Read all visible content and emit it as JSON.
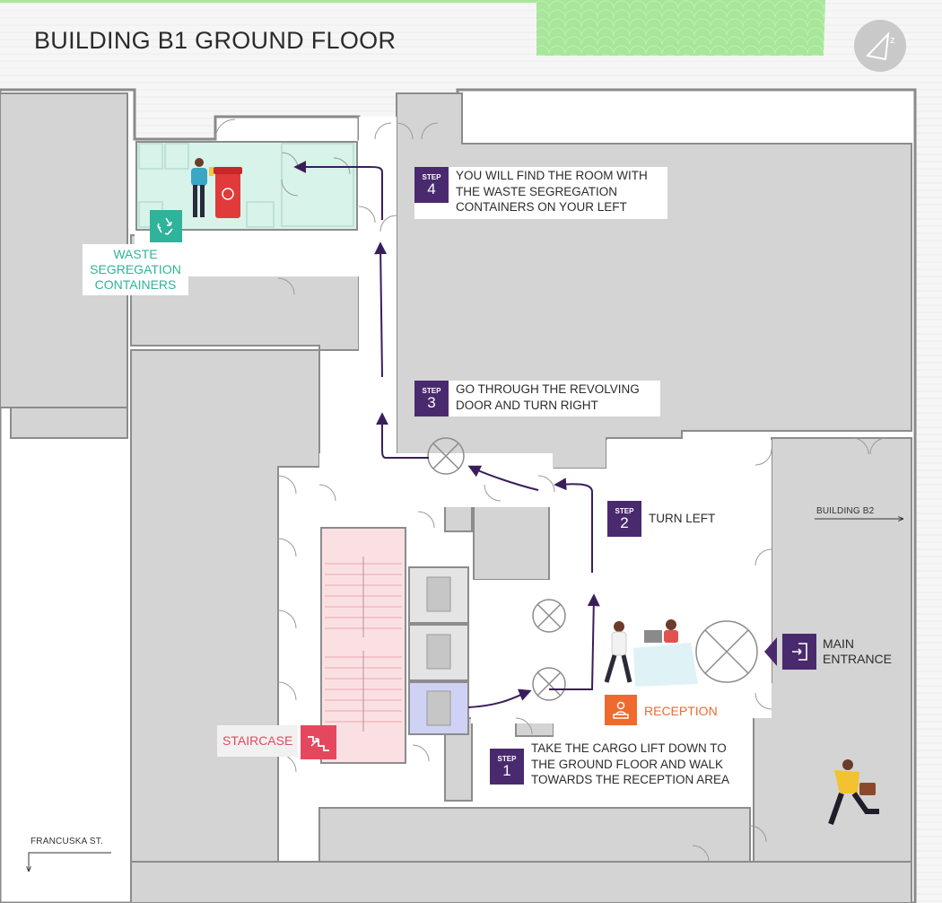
{
  "map": {
    "title": "BUILDING B1 GROUND FLOOR",
    "icons": {
      "compass": "compass-icon",
      "recycle": "recycle-icon",
      "stairs": "stairs-icon",
      "reception": "reception-desk-icon",
      "entrance": "door-entrance-icon"
    },
    "colors": {
      "step_badge": "#4a2a6e",
      "route": "#3a1e5c",
      "waste": "#2fb39a",
      "waste_room": "#d8f3e9",
      "staircase": "#e5485e",
      "staircase_area": "#fbe0e3",
      "reception": "#ef6a2e",
      "lift_highlight": "#cfd2f5",
      "buildings": "#d4d4d4",
      "green_area": "#a8e69a"
    },
    "steps": [
      {
        "word": "STEP",
        "number": "1",
        "text": "TAKE THE CARGO LIFT DOWN TO THE GROUND FLOOR AND WALK TOWARDS THE RECEPTION AREA"
      },
      {
        "word": "STEP",
        "number": "2",
        "text": "TURN LEFT"
      },
      {
        "word": "STEP",
        "number": "3",
        "text": "GO THROUGH THE REVOLVING DOOR AND TURN RIGHT"
      },
      {
        "word": "STEP",
        "number": "4",
        "text": "YOU WILL FIND THE ROOM WITH THE WASTE SEGREGATION CONTAINERS ON YOUR LEFT"
      }
    ],
    "labels": {
      "waste": "WASTE SEGREGATION CONTAINERS",
      "staircase": "STAIRCASE",
      "reception": "RECEPTION",
      "main_entrance": "MAIN ENTRANCE",
      "building_b2": "BUILDING B2",
      "street": "FRANCUSKA ST."
    }
  }
}
